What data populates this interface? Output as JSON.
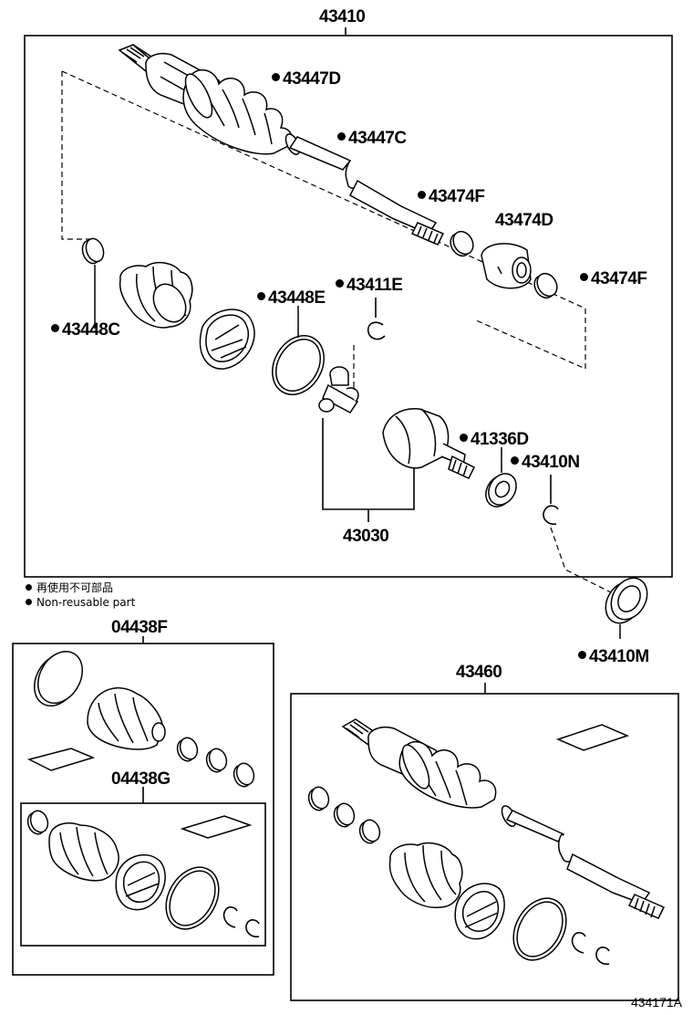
{
  "labels": {
    "main_assembly": "43410",
    "p43447D": "43447D",
    "p43447C": "43447C",
    "p43474F_a": "43474F",
    "p43474D": "43474D",
    "p43474F_b": "43474F",
    "p43448C": "43448C",
    "p43448E": "43448E",
    "p43411E": "43411E",
    "p41336D": "41336D",
    "p43410N": "43410N",
    "p43030": "43030",
    "p43410M": "43410M",
    "kit_a": "04438F",
    "kit_b": "04438G",
    "assembly_b": "43460"
  },
  "legend": {
    "jp": "再使用不可部品",
    "en": "Non-reusable part"
  },
  "illustration_code": "434171A"
}
